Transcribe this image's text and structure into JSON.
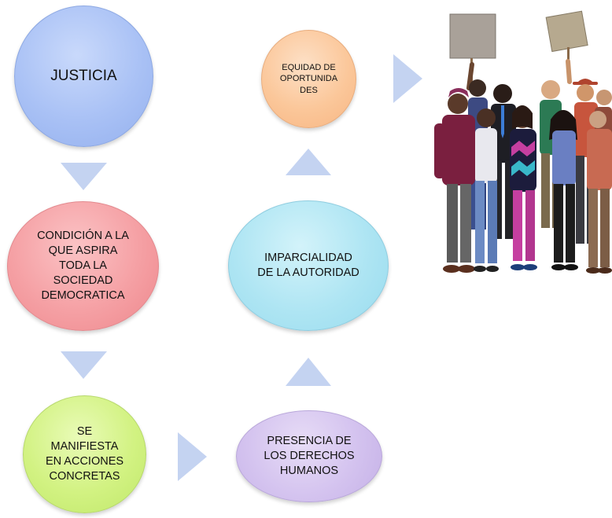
{
  "nodes": {
    "justicia": "JUSTICIA",
    "condicion": "CONDICIÓN A LA\nQUE ASPIRA\nTODA LA\nSOCIEDAD\nDEMOCRATICA",
    "manifiesta": "SE\nMANIFIESTA\nEN ACCIONES\nCONCRETAS",
    "presencia": "PRESENCIA DE\nLOS  DERECHOS\nHUMANOS",
    "imparcialidad": "IMPARCIALIDAD\nDE LA AUTORIDAD",
    "equidad": "EQUIDAD DE\nOPORTUNIDA\nDES"
  },
  "colors": {
    "justicia": "#a9c1f5",
    "condicion": "#f5a0a4",
    "manifiesta": "#d2f282",
    "presencia": "#d4c3ef",
    "imparcialidad": "#aee5f3",
    "equidad": "#fbc79a",
    "arrow": "#c4d3f1"
  },
  "illustration": "crowd-of-protesters-with-signs"
}
